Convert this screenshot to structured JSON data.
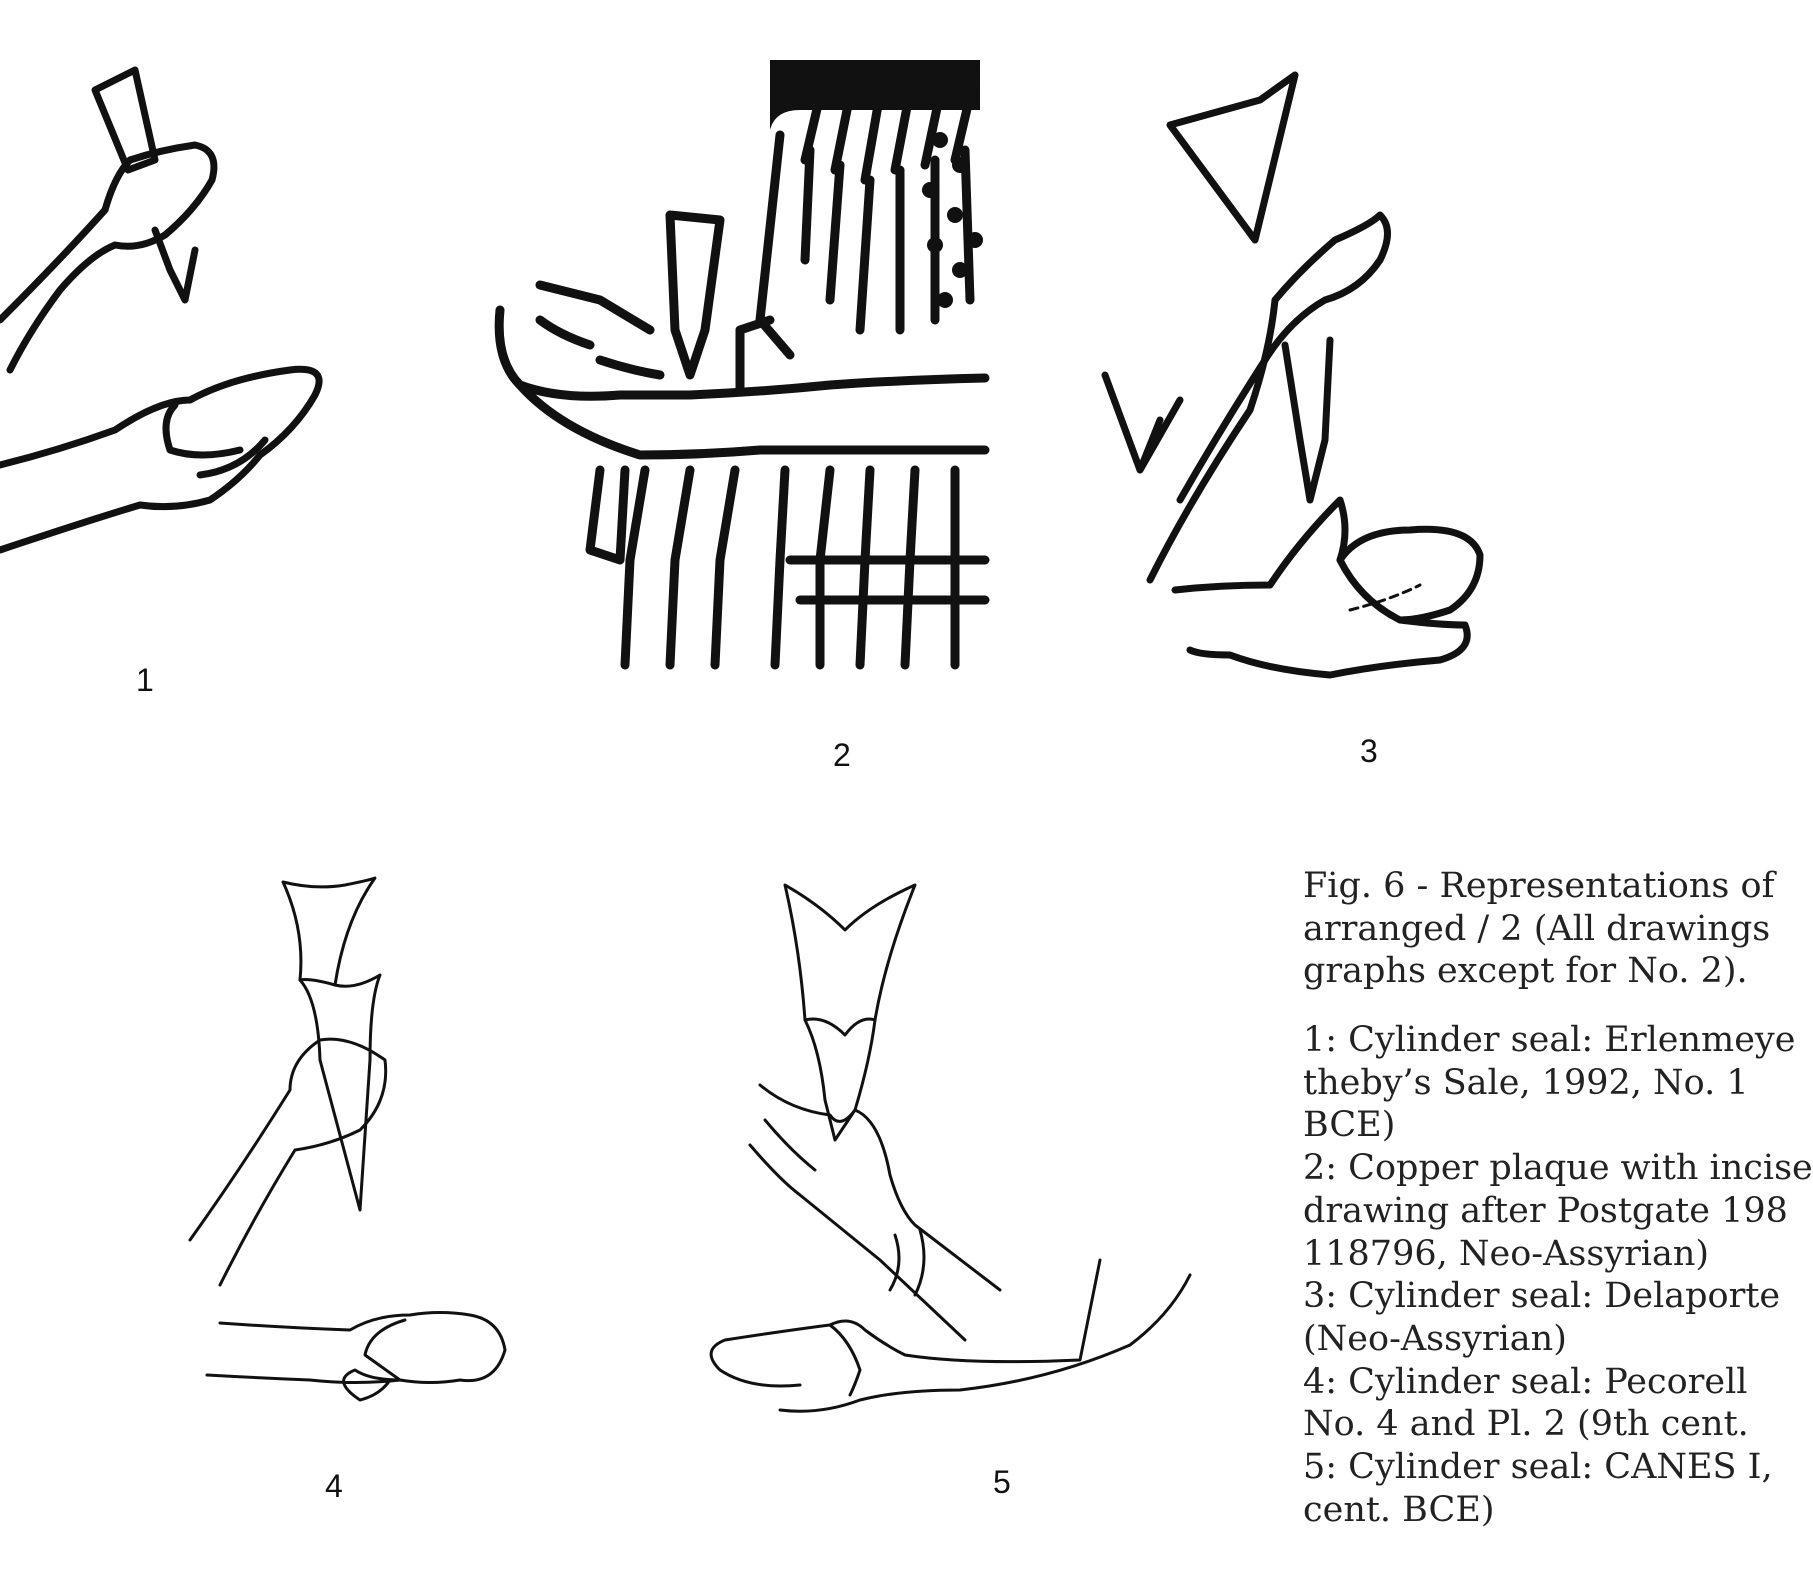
{
  "figure": {
    "labels": [
      "1",
      "2",
      "3",
      "4",
      "5"
    ],
    "caption": {
      "title": [
        "Fig. 6 - Representations of",
        "arranged / 2 (All drawings",
        "graphs except for No. 2)."
      ],
      "entries": [
        [
          "1: Cylinder seal: Erlenmeye",
          "theby’s Sale, 1992, No. 1",
          "BCE)"
        ],
        [
          "2: Copper plaque with incise",
          "drawing after Postgate 198",
          "118796, Neo-Assyrian)"
        ],
        [
          "3: Cylinder seal: Delaporte",
          "(Neo-Assyrian)"
        ],
        [
          "4: Cylinder seal: Pecorell",
          "No. 4 and Pl. 2 (9th cent."
        ],
        [
          "5: Cylinder seal: CANES I,",
          "cent. BCE)"
        ]
      ]
    }
  }
}
